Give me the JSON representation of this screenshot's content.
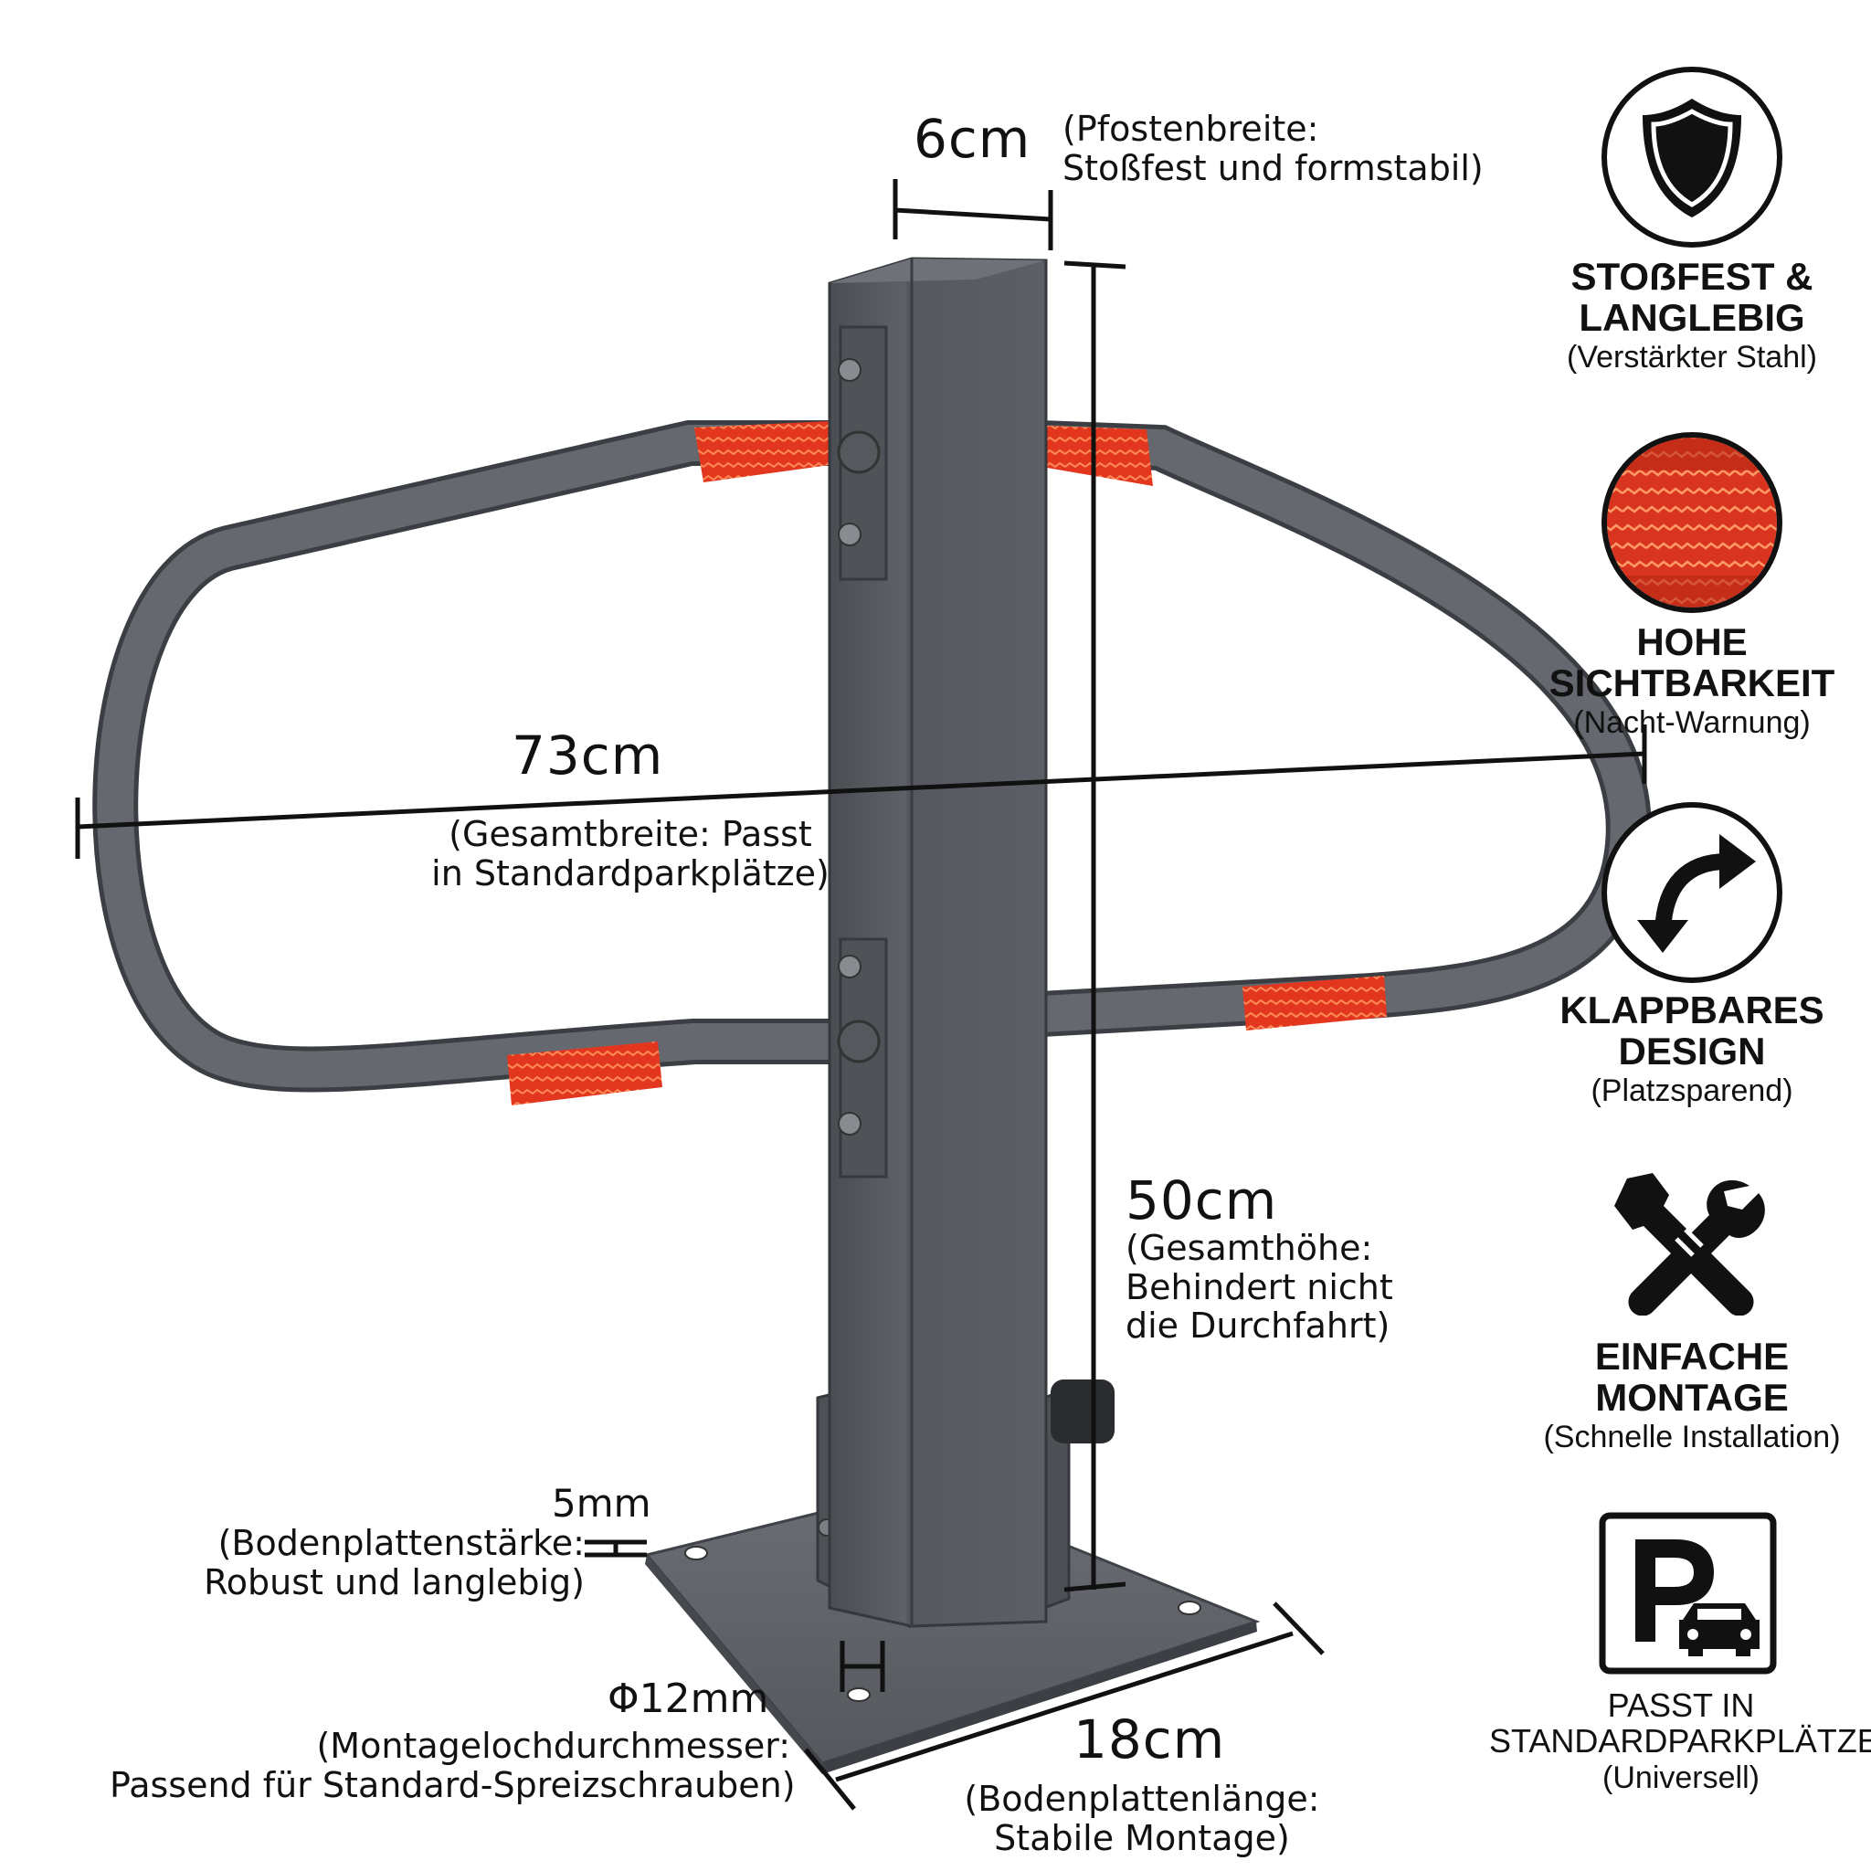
{
  "dimensions": {
    "post_width": {
      "value": "6cm",
      "note": "(Pfostenbreite:\nStoßfest und formstabil)"
    },
    "total_width": {
      "value": "73cm",
      "note": "(Gesamtbreite: Passt\nin Standardparkplätze)"
    },
    "total_height": {
      "value": "50cm",
      "note": "(Gesamthöhe:\nBehindert nicht\ndie Durchfahrt)"
    },
    "plate_thickness": {
      "value": "5mm",
      "note": "(Bodenplattenstärke:\nRobust und langlebig)"
    },
    "hole_diameter": {
      "value": "Φ12mm",
      "note": "(Montagelochdurchmesser:\nPassend für Standard-Spreizschrauben)"
    },
    "plate_length": {
      "value": "18cm",
      "note": "(Bodenplattenlänge:\nStabile Montage)"
    }
  },
  "features": [
    {
      "icon": "shield-icon",
      "title": "STOẞFEST &\nLANGLEBIG",
      "subtitle": "(Verstärkter Stahl)"
    },
    {
      "icon": "reflective-tape-icon",
      "title": "HOHE\nSICHTBARKEIT",
      "subtitle": "(Nacht-Warnung)"
    },
    {
      "icon": "folding-arrow-icon",
      "title": "KLAPPBARES\nDESIGN",
      "subtitle": "(Platzsparend)"
    },
    {
      "icon": "tools-icon",
      "title": "EINFACHE\nMONTAGE",
      "subtitle": "(Schnelle Installation)"
    },
    {
      "icon": "parking-icon",
      "title": "PASST IN\nSTANDARDPARKPLÄTZE",
      "subtitle": "(Universell)"
    }
  ],
  "colors": {
    "steel": "#5a5d63",
    "steel_dark": "#3e4146",
    "reflector": "#e8361e",
    "line": "#111111"
  }
}
